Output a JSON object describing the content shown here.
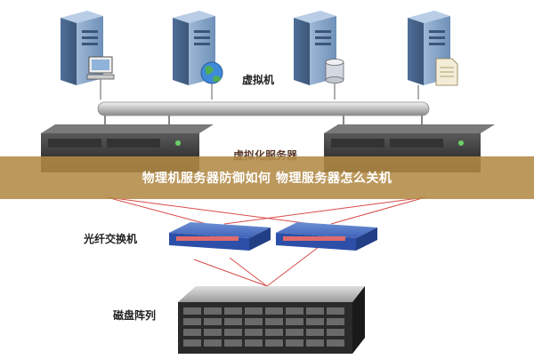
{
  "labels": {
    "virtual_machine": "虚拟机",
    "virtualization_server": "虚拟化服务器",
    "fiber_switch": "光纤交换机",
    "disk_array": "磁盘阵列"
  },
  "banner": {
    "title": "物理机服务器防御如何 物理服务器怎么关机"
  },
  "colors": {
    "banner_bg": "#b28a46",
    "connection_red": "#d94a4a",
    "switch_blue": "#2d4fa8",
    "server_blue": "#6b8fb8"
  },
  "icons": {
    "vm1_overlay": "computer-icon",
    "vm2_overlay": "globe-icon",
    "vm3_overlay": "database-icon",
    "vm4_overlay": "document-icon"
  }
}
